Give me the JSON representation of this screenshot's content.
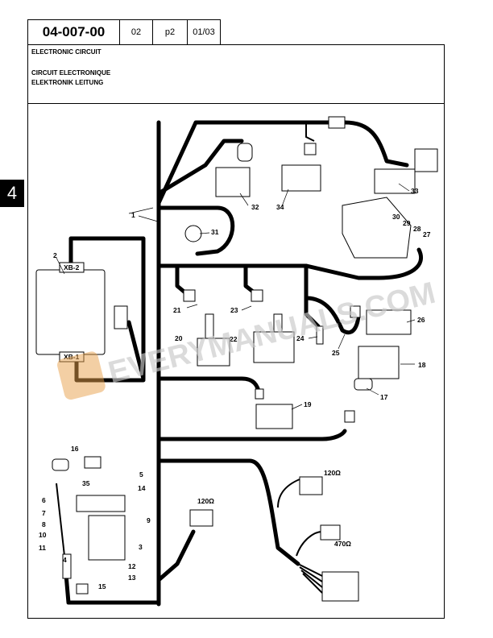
{
  "header": {
    "doc_number": "04-007-00",
    "revision": "02",
    "page": "p2",
    "date": "01/03"
  },
  "titles": {
    "en": "ELECTRONIC CIRCUIT",
    "fr": "CIRCUIT ELECTRONIQUE",
    "de": "ELEKTRONIK LEITUNG"
  },
  "section_tab": "4",
  "connectors": {
    "xb2": "XB-2",
    "xb1": "XB-1"
  },
  "resistors": {
    "r1": "120Ω",
    "r2": "120Ω",
    "r3": "470Ω"
  },
  "callouts": {
    "c1": "1",
    "c2": "2",
    "c3": "3",
    "c4": "4",
    "c5": "5",
    "c6": "6",
    "c7": "7",
    "c8": "8",
    "c9": "9",
    "c10": "10",
    "c11": "11",
    "c12": "12",
    "c13": "13",
    "c14": "14",
    "c15": "15",
    "c16": "16",
    "c17": "17",
    "c18": "18",
    "c19": "19",
    "c20": "20",
    "c21": "21",
    "c22": "22",
    "c23": "23",
    "c24": "24",
    "c25": "25",
    "c26": "26",
    "c27": "27",
    "c28": "28",
    "c29": "29",
    "c30": "30",
    "c31": "31",
    "c32": "32",
    "c33": "33",
    "c34": "34",
    "c35": "35"
  },
  "watermark": "EVERYMANUALS.COM"
}
